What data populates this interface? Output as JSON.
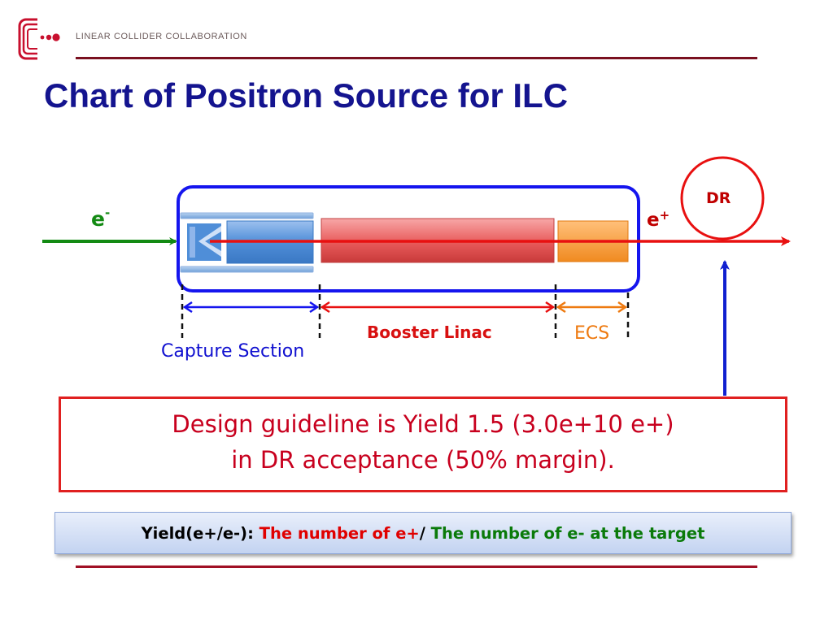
{
  "header": {
    "org_name": "LINEAR COLLIDER COLLABORATION",
    "title": "Chart of Positron Source for ILC"
  },
  "diagram": {
    "electron_label": "e",
    "electron_sup": "-",
    "positron_label": "e",
    "positron_sup": "+",
    "damping_ring_label": "DR",
    "capture_section_label": "Capture Section",
    "booster_linac_label": "Booster Linac",
    "ecs_label": "ECS"
  },
  "guideline": {
    "line1": "Design guideline is Yield 1.5 (3.0e+10 e+)",
    "line2": "in DR acceptance (50% margin)."
  },
  "yield_definition": {
    "prefix": "Yield(e+/e-): ",
    "numerator": "The number of e+",
    "slash": "/",
    "denominator": " The number of e- at the target"
  },
  "colors": {
    "title": "#14148f",
    "rule": "#7a1020",
    "electron": "#138a13",
    "positron": "#e00000",
    "capture": "#1010d0",
    "booster": "#d81010",
    "ecs": "#ee7a10"
  }
}
